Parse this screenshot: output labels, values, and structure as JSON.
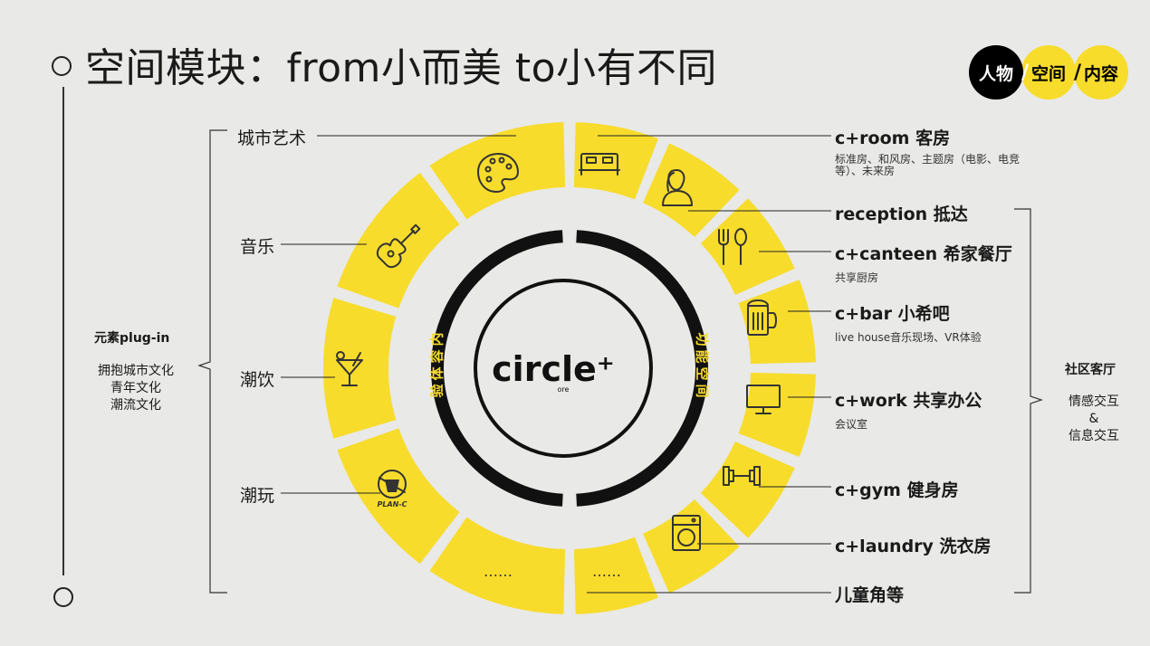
{
  "title": "空间模块：from小而美 to小有不同",
  "badges": [
    "人物",
    "空间",
    "内容"
  ],
  "center": {
    "logo": "circle⁺",
    "logo_sub": "ore"
  },
  "inner_left": "内容体验",
  "inner_right": "功能空间",
  "left_items": [
    {
      "label": "城市艺术",
      "icon": "palette-icon"
    },
    {
      "label": "音乐",
      "icon": "guitar-icon"
    },
    {
      "label": "潮饮",
      "icon": "cocktail-icon"
    },
    {
      "label": "潮玩",
      "icon": "plan-c-logo-icon"
    }
  ],
  "left_group": {
    "title": "元素plug-in",
    "lines": [
      "拥抱城市文化",
      "青年文化",
      "潮流文化"
    ]
  },
  "plan_c": "PLAN-C",
  "ellipsis": "……",
  "right_items": [
    {
      "label": "c+room 客房",
      "sub": [
        "标准房、和风房、主题房（电影、电竞",
        "等）、未来房"
      ],
      "icon": "bed-icon"
    },
    {
      "label": "reception 抵达",
      "sub": [],
      "icon": "receptionist-icon"
    },
    {
      "label": "c+canteen 希家餐厅",
      "sub": [
        "共享厨房"
      ],
      "icon": "fork-spoon-icon"
    },
    {
      "label": "c+bar 小希吧",
      "sub": [
        "live house音乐现场、VR体验"
      ],
      "icon": "beer-mug-icon"
    },
    {
      "label": "c+work 共享办公",
      "sub": [
        "会议室"
      ],
      "icon": "monitor-icon"
    },
    {
      "label": "c+gym 健身房",
      "sub": [],
      "icon": "dumbbell-icon"
    },
    {
      "label": "c+laundry 洗衣房",
      "sub": [],
      "icon": "washing-machine-icon"
    },
    {
      "label": "儿童角等",
      "sub": [],
      "icon": ""
    }
  ],
  "right_group": {
    "title": "社区客厅",
    "lines": [
      "情感交互",
      "&",
      "信息交互"
    ]
  },
  "colors": {
    "accent": "#f7dc2c",
    "dark": "#111111",
    "background": "#e9e9e7"
  }
}
